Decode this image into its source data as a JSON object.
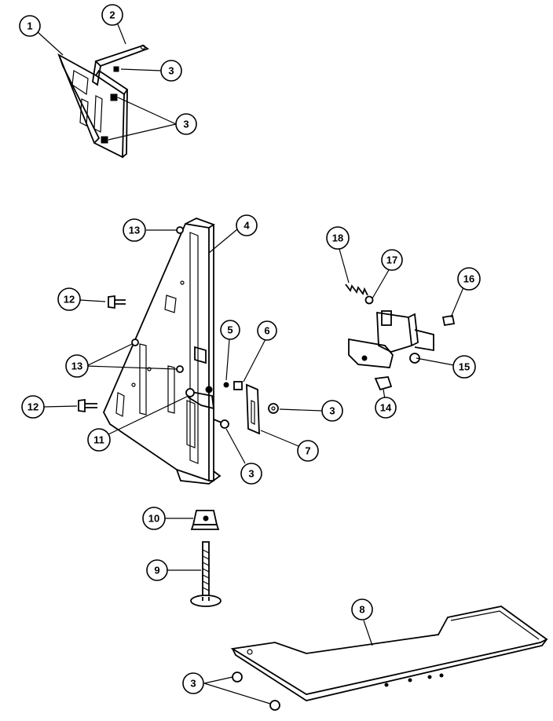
{
  "callouts": [
    {
      "id": "c1",
      "label": "1"
    },
    {
      "id": "c2",
      "label": "2"
    },
    {
      "id": "c3a",
      "label": "3"
    },
    {
      "id": "c3b",
      "label": "3"
    },
    {
      "id": "c13a",
      "label": "13"
    },
    {
      "id": "c4",
      "label": "4"
    },
    {
      "id": "c18",
      "label": "18"
    },
    {
      "id": "c17",
      "label": "17"
    },
    {
      "id": "c16",
      "label": "16"
    },
    {
      "id": "c12a",
      "label": "12"
    },
    {
      "id": "c5",
      "label": "5"
    },
    {
      "id": "c6",
      "label": "6"
    },
    {
      "id": "c13b",
      "label": "13"
    },
    {
      "id": "c15",
      "label": "15"
    },
    {
      "id": "c12b",
      "label": "12"
    },
    {
      "id": "c3c",
      "label": "3"
    },
    {
      "id": "c14",
      "label": "14"
    },
    {
      "id": "c11",
      "label": "11"
    },
    {
      "id": "c7",
      "label": "7"
    },
    {
      "id": "c3d",
      "label": "3"
    },
    {
      "id": "c10",
      "label": "10"
    },
    {
      "id": "c9",
      "label": "9"
    },
    {
      "id": "c8",
      "label": "8"
    },
    {
      "id": "c3e",
      "label": "3"
    }
  ]
}
